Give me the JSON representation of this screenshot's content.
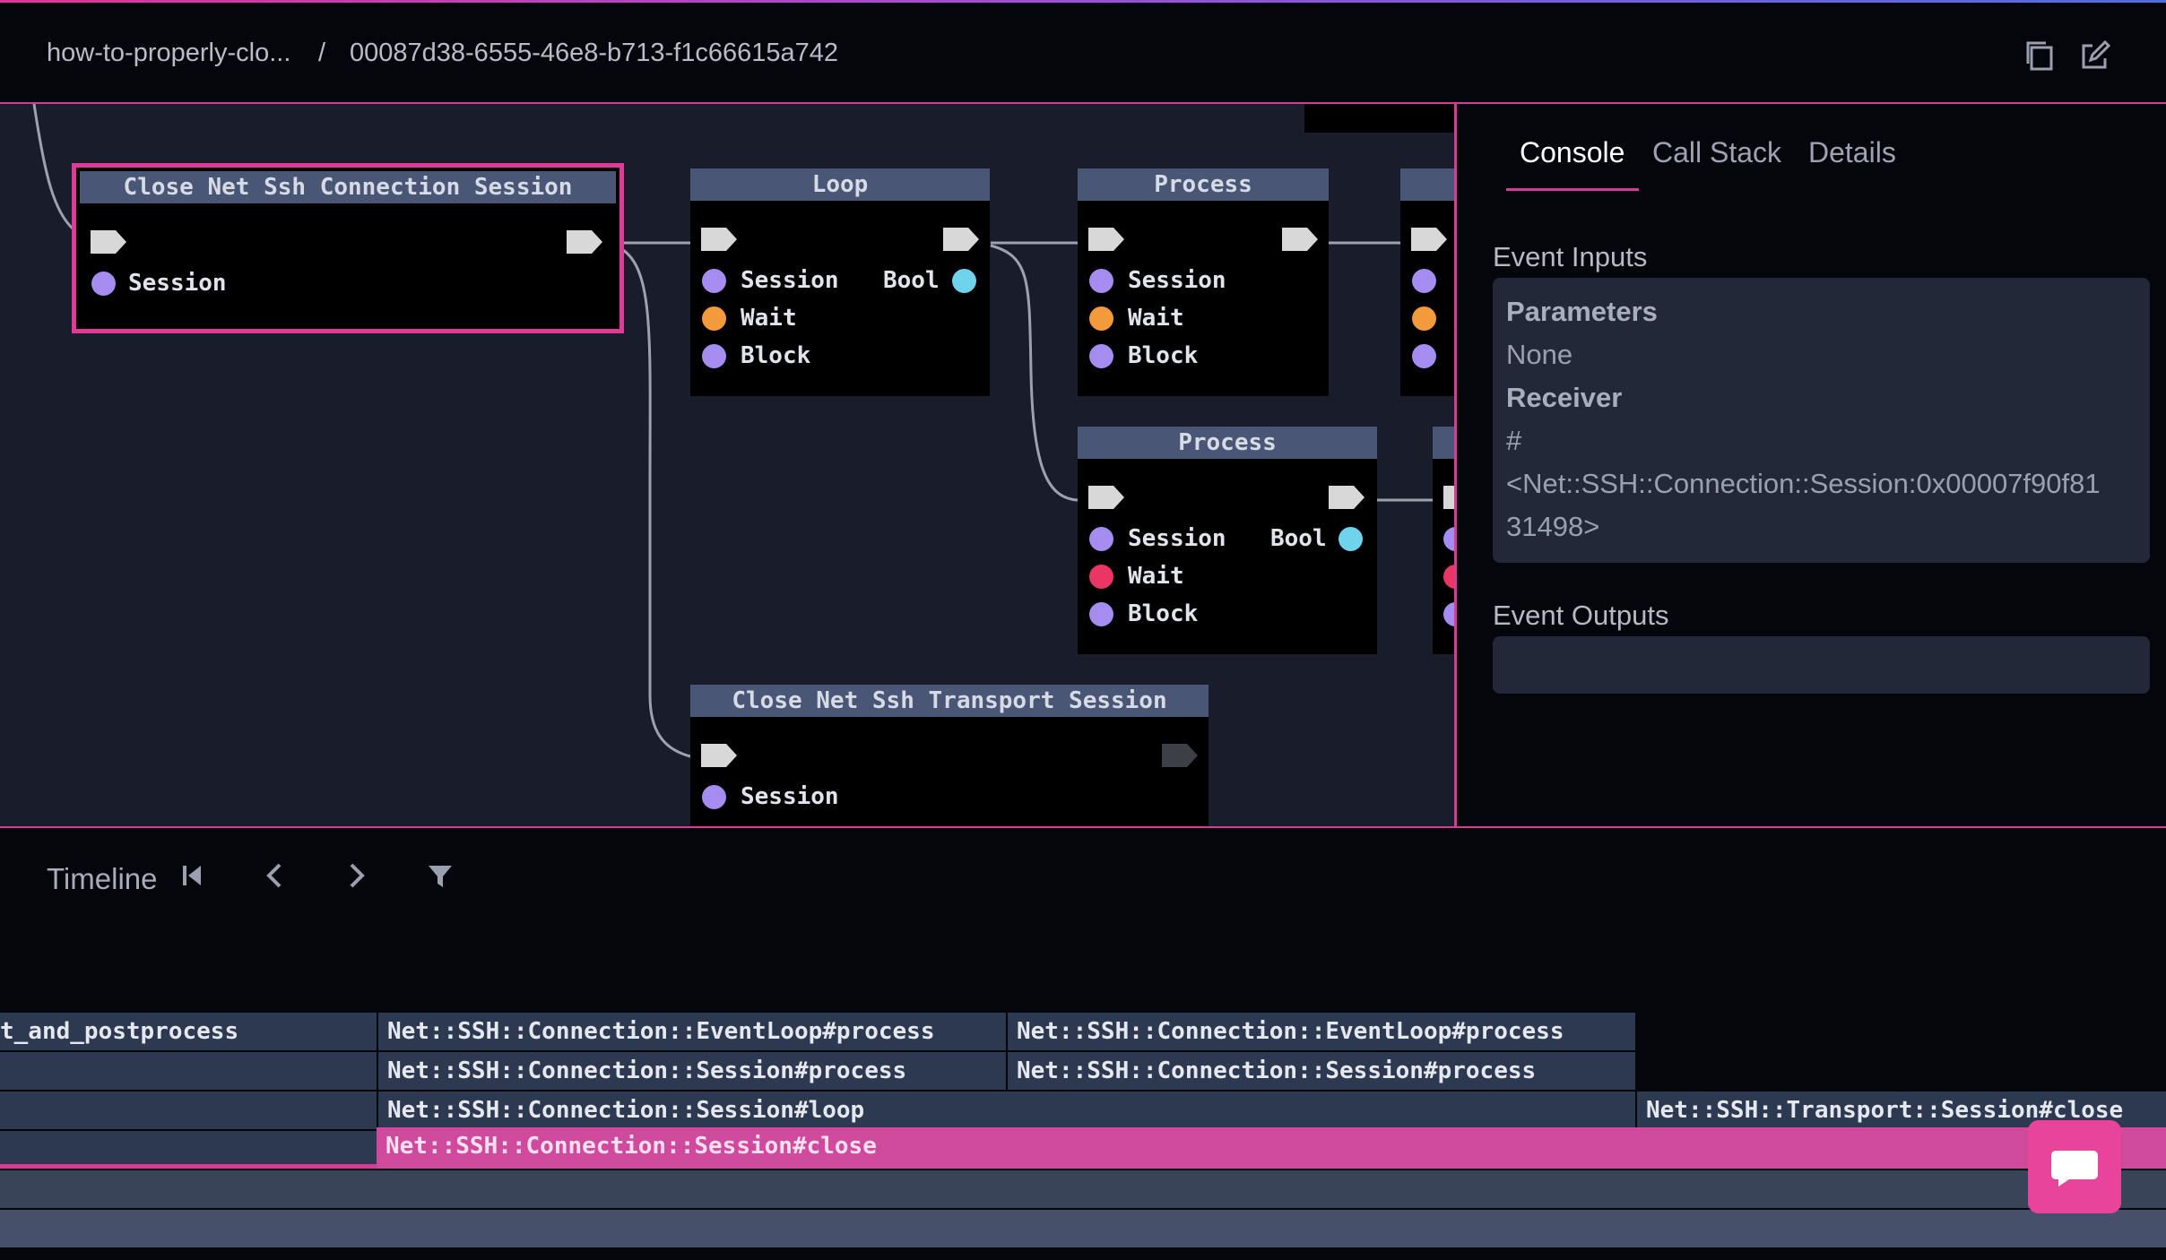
{
  "header": {
    "crumb_project": "how-to-properly-clo...",
    "crumb_sep": "/",
    "crumb_id": "00087d38-6555-46e8-b713-f1c66615a742",
    "icons": [
      "copy-icon",
      "edit-icon"
    ]
  },
  "nodes": {
    "close_conn": {
      "title": "Close Net Ssh Connection Session",
      "pins": [
        "Session"
      ]
    },
    "loop": {
      "title": "Loop",
      "pins": [
        "Session",
        "Wait",
        "Block"
      ],
      "out": "Bool"
    },
    "process1": {
      "title": "Process",
      "pins": [
        "Session",
        "Wait",
        "Block"
      ]
    },
    "process2": {
      "title": "Process",
      "pins": [
        "Session",
        "Wait",
        "Block"
      ],
      "out": "Bool"
    },
    "close_transport": {
      "title": "Close Net Ssh Transport Session",
      "pins": [
        "Session"
      ]
    }
  },
  "panel": {
    "tabs": [
      "Console",
      "Call Stack",
      "Details"
    ],
    "active_tab": "Console",
    "inputs_heading": "Event Inputs",
    "params_label": "Parameters",
    "params_value": "None",
    "receiver_label": "Receiver",
    "receiver_value_1": "#",
    "receiver_value_2": "<Net::SSH::Connection::Session:0x00007f90f81",
    "receiver_value_3": "31498>",
    "outputs_heading": "Event Outputs"
  },
  "timeline": {
    "label": "Timeline",
    "controls": [
      "skip-start-icon",
      "chevron-left-icon",
      "chevron-right-icon",
      "filter-icon"
    ],
    "bars": [
      {
        "text": "t_and_postprocess"
      },
      {
        "text": "Net::SSH::Connection::EventLoop#process"
      },
      {
        "text": "Net::SSH::Connection::EventLoop#process"
      },
      {
        "text": ""
      },
      {
        "text": "Net::SSH::Connection::Session#process"
      },
      {
        "text": "Net::SSH::Connection::Session#process"
      },
      {
        "text": ""
      },
      {
        "text": "Net::SSH::Connection::Session#loop"
      },
      {
        "text": "Net::SSH::Transport::Session#close"
      },
      {
        "text": ""
      },
      {
        "text": "Net::SSH::Connection::Session#close"
      }
    ]
  },
  "colors": {
    "accent": "#d93a93",
    "node_header": "#4a5676",
    "canvas": "#181c2b"
  }
}
